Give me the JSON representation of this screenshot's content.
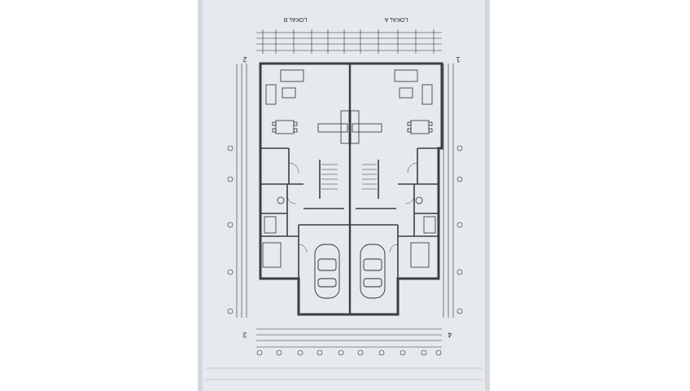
{
  "labels": {
    "unit_b": "LOKAL B",
    "unit_a": "LOKAL A",
    "corner_1": "1",
    "corner_2": "2",
    "corner_3": "3",
    "corner_4": "4"
  },
  "colors": {
    "background": "#ffffff",
    "paper": "#e6e9ee",
    "ink": "#2b2f36",
    "wall": "#3a3e45"
  }
}
